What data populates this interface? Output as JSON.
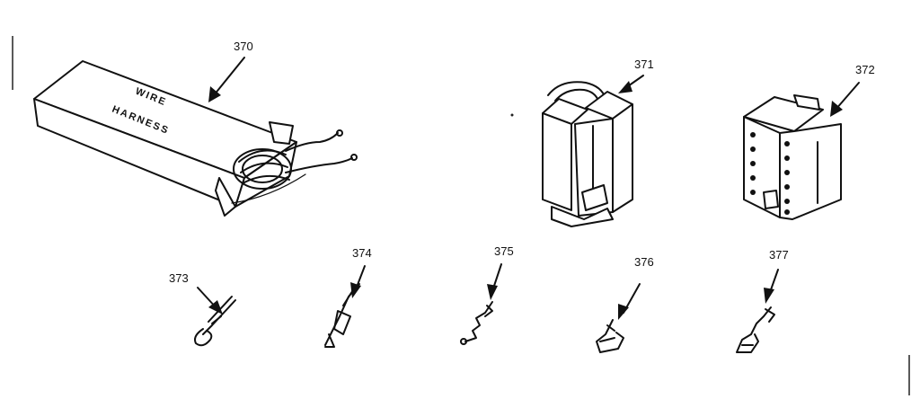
{
  "parts": [
    {
      "id": "wire-harness",
      "number": "370",
      "box_label_line1": "WIRE",
      "box_label_line2": "HARNESS"
    },
    {
      "id": "connector-a",
      "number": "371"
    },
    {
      "id": "connector-b",
      "number": "372"
    },
    {
      "id": "terminal-373",
      "number": "373"
    },
    {
      "id": "terminal-374",
      "number": "374"
    },
    {
      "id": "terminal-375",
      "number": "375"
    },
    {
      "id": "terminal-376",
      "number": "376"
    },
    {
      "id": "terminal-377",
      "number": "377"
    }
  ],
  "colors": {
    "ink": "#111111",
    "paper": "#ffffff"
  }
}
